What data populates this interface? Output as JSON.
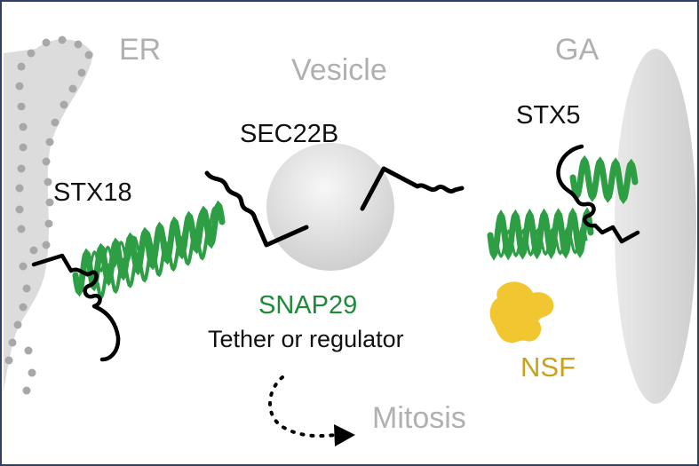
{
  "labels": {
    "er": "ER",
    "vesicle": "Vesicle",
    "ga": "GA",
    "sec22b": "SEC22B",
    "stx5": "STX5",
    "stx18": "STX18",
    "snap29": "SNAP29",
    "role": "Tether or regulator",
    "nsf": "NSF",
    "mitosis": "Mitosis"
  },
  "colors": {
    "frame": "#2f3f67",
    "organelle_label": "#b0b0b0",
    "protein_label": "#111111",
    "snap29": "#1f8a3a",
    "helix": "#2e9e45",
    "nsf": "#f2c630",
    "nsf_label": "#c9a21a",
    "membrane": "#dcdcdc",
    "er_dots": "#a8a8a8"
  },
  "icons": {
    "mitosis_arrow": "dotted-curved-arrow-icon",
    "nsf_shape": "nsf-blob-icon"
  }
}
